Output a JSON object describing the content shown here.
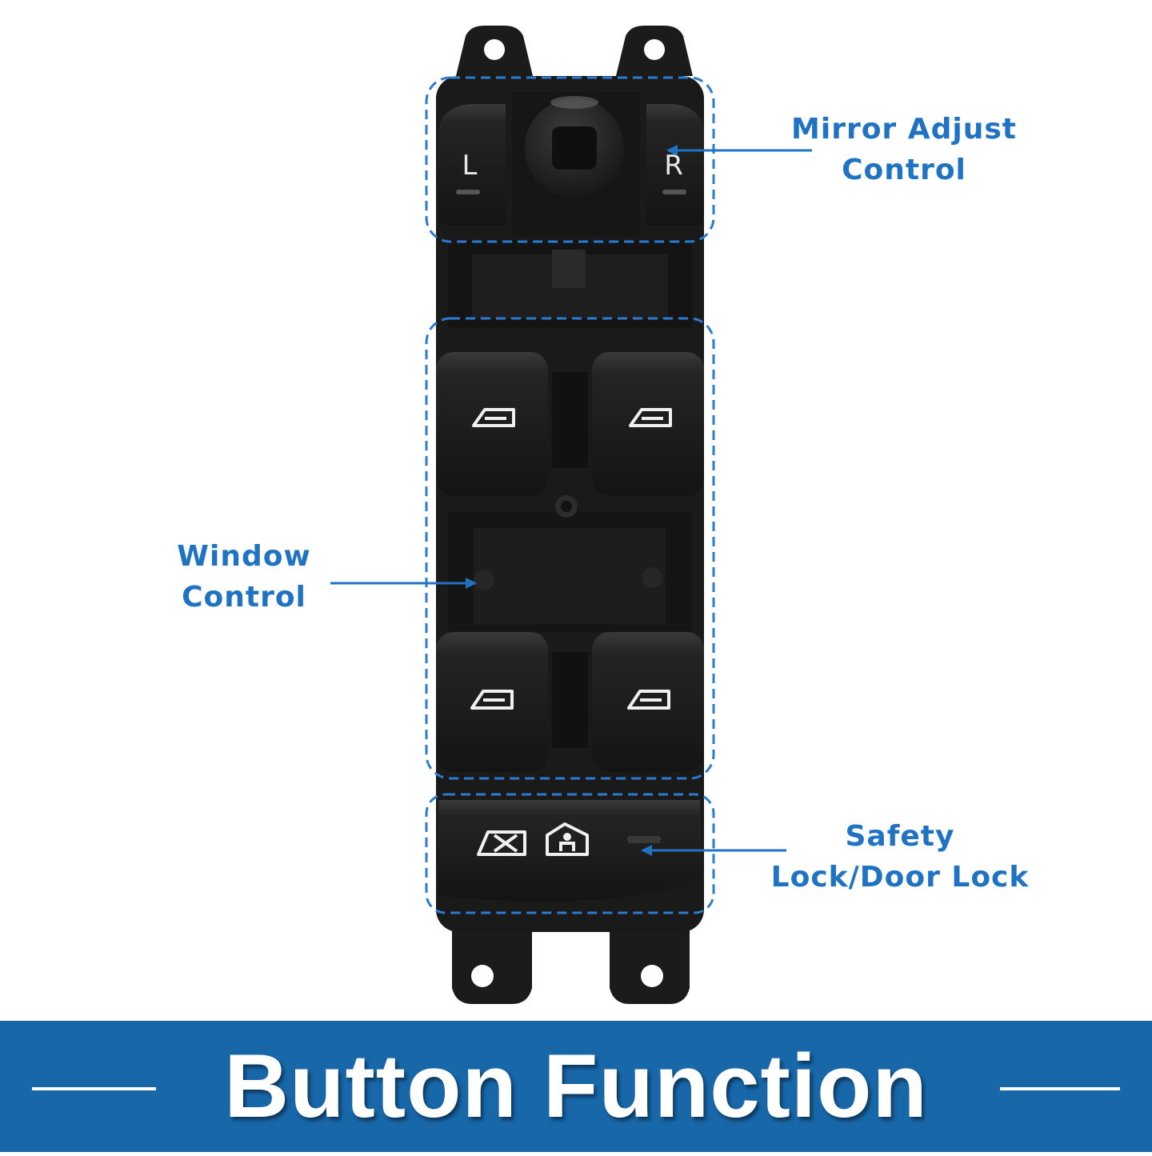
{
  "callouts": {
    "mirror": {
      "line1": "Mirror Adjust",
      "line2": "Control"
    },
    "window": {
      "line1": "Window",
      "line2": "Control"
    },
    "safety": {
      "line1": "Safety",
      "line2": "Lock/Door Lock"
    }
  },
  "mirror_switch": {
    "left_label": "L",
    "right_label": "R"
  },
  "banner": {
    "title": "Button Function"
  },
  "colors": {
    "accent": "#1f73c2",
    "banner": "#1767a9",
    "switch_body": "#1a1a1a",
    "button": "#252525"
  }
}
